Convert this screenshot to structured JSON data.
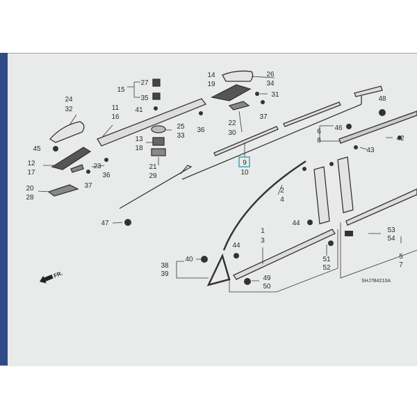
{
  "diagram": {
    "code": "SHJ7B4210A",
    "direction": "FR.",
    "highlight_color": "#3aa6b9",
    "labels": {
      "p27": "27",
      "p15": "15",
      "p35": "35",
      "p41": "41",
      "p11": "11",
      "p16": "16",
      "p24": "24",
      "p32": "32",
      "p25": "25",
      "p33": "33",
      "p36a": "36",
      "p13": "13",
      "p18": "18",
      "p21": "21",
      "p29": "29",
      "p45": "45",
      "p12": "12",
      "p17": "17",
      "p23": "23",
      "p37a": "37",
      "p36b": "36",
      "p20": "20",
      "p28": "28",
      "p14": "14",
      "p19": "19",
      "p26": "26",
      "p34": "34",
      "p31": "31",
      "p22": "22",
      "p30": "30",
      "p37b": "37",
      "p48": "48",
      "p6": "6",
      "p8": "8",
      "p46": "46",
      "p42": "42",
      "p43": "43",
      "p9": "9",
      "p10": "10",
      "p2": "2",
      "p4": "4",
      "p47": "47",
      "p44a": "44",
      "p1": "1",
      "p3": "3",
      "p53": "53",
      "p54": "54",
      "p44b": "44",
      "p51": "51",
      "p52": "52",
      "p5": "5",
      "p7": "7",
      "p40": "40",
      "p38": "38",
      "p39": "39",
      "p49": "49",
      "p50": "50"
    }
  }
}
